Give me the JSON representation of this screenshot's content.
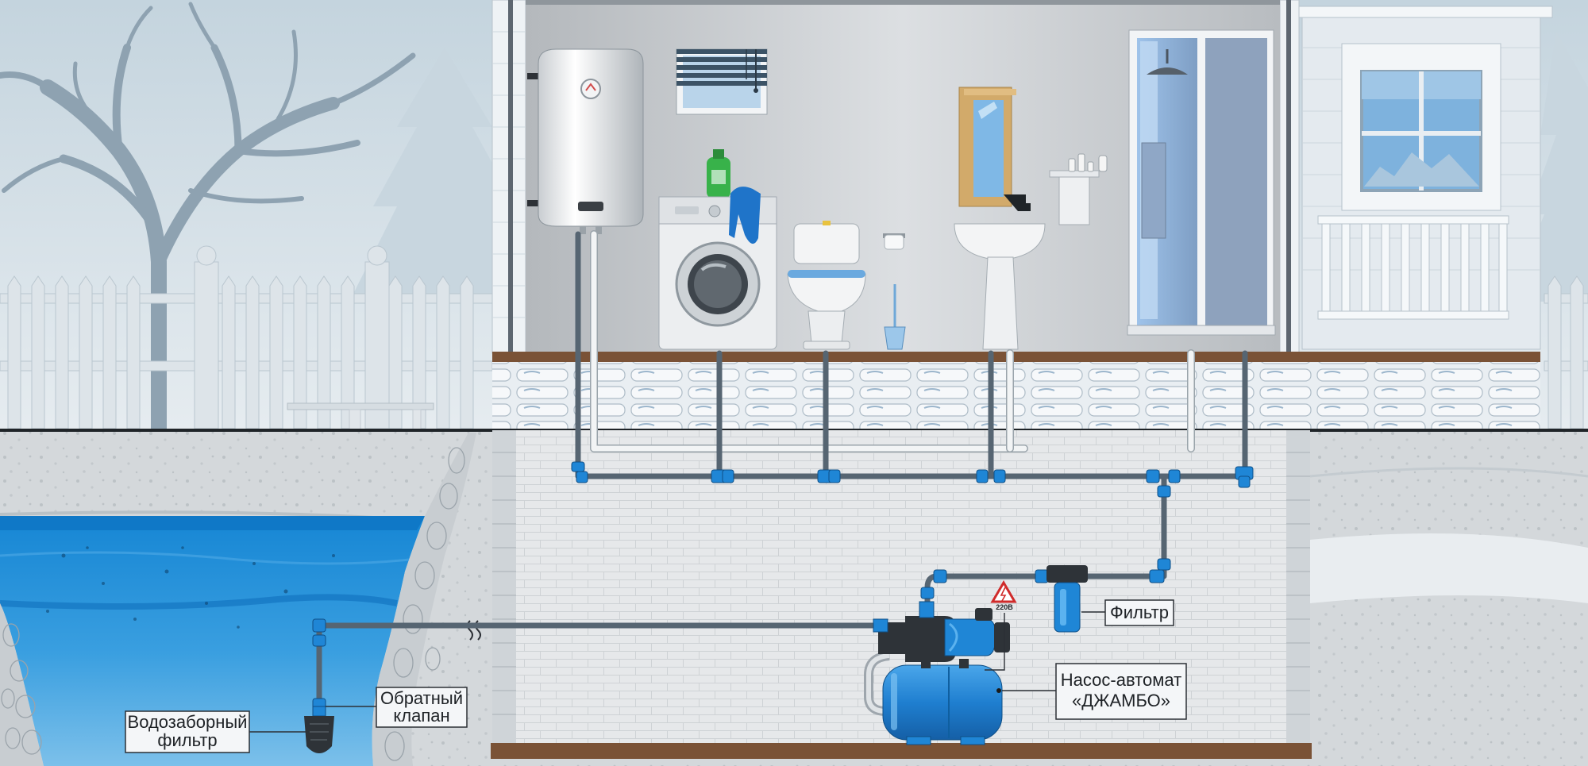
{
  "labels": {
    "intake_filter": [
      "Водозаборный",
      "фильтр"
    ],
    "check_valve": [
      "Обратный",
      "клапан"
    ],
    "filter": "Фильтр",
    "pump": [
      "Насос-автомат",
      "«ДЖАМБО»"
    ],
    "voltage": "220В"
  },
  "colors": {
    "pipe": "#566572",
    "fitting": "#1f86d6",
    "water": "#1a8ed8",
    "pump_body": "#2a8ad8",
    "ground": "#c9cfd3",
    "floor": "#7a5236"
  }
}
